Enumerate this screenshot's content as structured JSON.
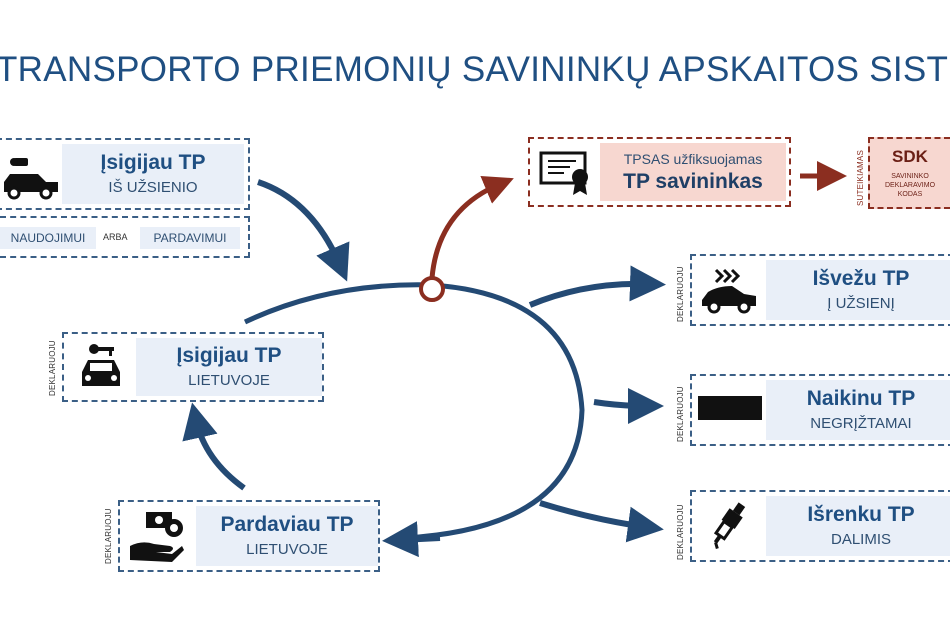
{
  "title": "TRANSPORTO PRIEMONIŲ SAVININKŲ APSKAITOS SISTEMA",
  "colors": {
    "primary": "#1f4f82",
    "dark_blue": "#244a74",
    "accent_red": "#8b2e20",
    "panel_blue": "#e9eff8",
    "panel_red": "#f7d7d0"
  },
  "boxes": {
    "import": {
      "heading": "Įsigijau TP",
      "sub": "IŠ UŽSIENIO",
      "icon": "tow-truck-icon"
    },
    "import_options": {
      "opt1": "NAUDOJIMUI",
      "or": "ARBA",
      "opt2": "PARDAVIMUI"
    },
    "buy_local": {
      "side": "DEKLARUOJU",
      "heading": "Įsigijau TP",
      "sub": "LIETUVOJE",
      "icon": "car-key-icon"
    },
    "sell_local": {
      "side": "DEKLARUOJU",
      "heading": "Pardaviau TP",
      "sub": "LIETUVOJE",
      "icon": "money-hand-icon"
    },
    "tpsas": {
      "line1": "TPSAS užfiksuojamas",
      "line2": "TP savininkas",
      "icon": "certificate-icon"
    },
    "sdk": {
      "side": "SUTEIKIAMAS",
      "heading": "SDK",
      "line1": "SAVININKO",
      "line2": "DEKLARAVIMO",
      "line3": "KODAS"
    },
    "export": {
      "side": "DEKLARUOJU",
      "heading": "Išvežu TP",
      "sub": "Į UŽSIENĮ",
      "icon": "car-exit-icon"
    },
    "destroy": {
      "side": "DEKLARUOJU",
      "heading": "Naikinu TP",
      "sub": "NEGRĮŽTAMAI",
      "icon": "crushed-car-icon"
    },
    "parts": {
      "side": "DEKLARUOJU",
      "heading": "Išrenku TP",
      "sub": "DALIMIS",
      "icon": "spark-plug-icon"
    }
  }
}
